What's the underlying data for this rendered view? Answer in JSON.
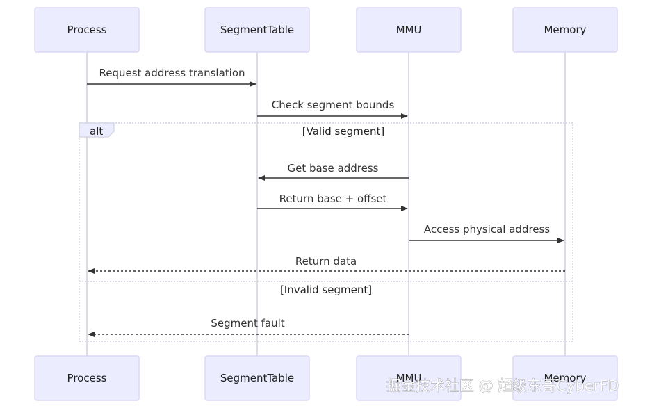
{
  "participants": [
    "Process",
    "SegmentTable",
    "MMU",
    "Memory"
  ],
  "messages": [
    {
      "from": 0,
      "to": 1,
      "text": "Request address translation",
      "style": "solid"
    },
    {
      "from": 1,
      "to": 2,
      "text": "Check segment bounds",
      "style": "solid"
    },
    {
      "from": 2,
      "to": 1,
      "text": "Get base address",
      "style": "solid"
    },
    {
      "from": 1,
      "to": 2,
      "text": "Return base + offset",
      "style": "solid"
    },
    {
      "from": 2,
      "to": 3,
      "text": "Access physical address",
      "style": "solid"
    },
    {
      "from": 3,
      "to": 0,
      "text": "Return data",
      "style": "dashed"
    },
    {
      "from": 2,
      "to": 0,
      "text": "Segment fault",
      "style": "dashed"
    }
  ],
  "alt_frame": {
    "label": "alt",
    "conditions": [
      "[Valid segment]",
      "[Invalid segment]"
    ]
  },
  "watermark": "掘金技术社区 @ 超级东哥CyberFD",
  "colors": {
    "actor_fill": "#ECECFF",
    "actor_stroke": "#DCD7F7",
    "lifeline": "#D3D3E0",
    "message": "#333333"
  }
}
